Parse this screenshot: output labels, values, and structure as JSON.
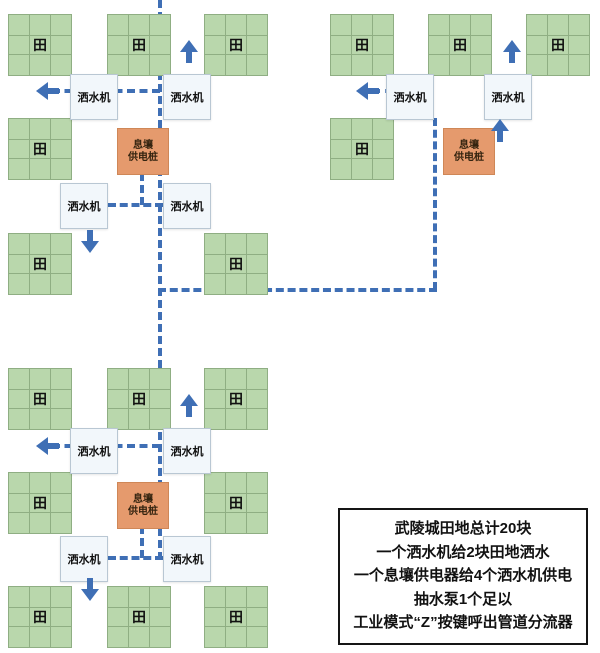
{
  "diagram": {
    "field_label": "田",
    "sprinkler_label": "洒水机",
    "power_label_line1": "息壤",
    "power_label_line2": "供电桩"
  },
  "note_box": {
    "lines": [
      "武陵城田地总计20块",
      "一个洒水机给2块田地洒水",
      "一个息壤供电器给4个洒水机供电",
      "抽水泵1个足以",
      "工业模式“Z”按键呼出管道分流器"
    ]
  },
  "colors": {
    "field_bg": "#b9d7ac",
    "field_grid_line": "#8fae83",
    "sprinkler_bg": "#f2f7fb",
    "sprinkler_border": "#b9c7d3",
    "power_bg": "#e59a6d",
    "power_text": "#33230f",
    "pipe_blue": "#3f6fb5",
    "text_dark": "#111111"
  }
}
